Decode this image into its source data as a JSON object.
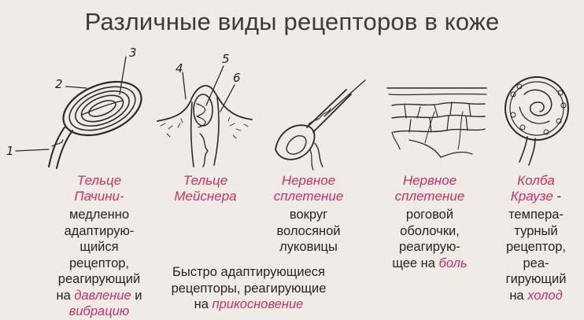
{
  "title": "Различные виды рецепторов в коже",
  "numbers": [
    "1",
    "2",
    "3",
    "4",
    "5",
    "6"
  ],
  "receptors": [
    {
      "name_lines": [
        "Тельце",
        "Пачини-"
      ],
      "desc_lines": [
        "медленно",
        "адаптирую-",
        "щийся",
        "рецептор,",
        "реагирующий"
      ],
      "desc_tail_prefix": "на",
      "desc_tail_highlight": "давление",
      "desc_tail_suffix": "и",
      "desc_last_highlight": "вибрацию"
    },
    {
      "name_lines": [
        "Тельце",
        "Мейснера"
      ]
    },
    {
      "name_lines": [
        "Нервное",
        "сплетение"
      ],
      "desc_lines": [
        "вокруг",
        "волосяной",
        "луковицы"
      ]
    },
    {
      "name_lines": [
        "Нервное",
        "сплетение"
      ],
      "desc_lines": [
        "роговой",
        "оболочки,",
        "реагирую-"
      ],
      "desc_tail_prefix": "щее на",
      "desc_tail_highlight": "боль"
    },
    {
      "name_lines": [
        "Колба",
        "Краузе"
      ],
      "name_suffix": "-",
      "desc_lines": [
        "темпера-",
        "турный",
        "рецептор,",
        "реа-",
        "гирующий"
      ],
      "desc_tail_prefix": "на",
      "desc_tail_highlight": "холод"
    }
  ],
  "shared_note": {
    "line1": "Быстро адаптирующиеся",
    "line2": "рецепторы, реагирующие",
    "line3_prefix": "на",
    "line3_highlight": "прикосновение"
  },
  "colors": {
    "accent": "#c5306a",
    "ink": "#242424",
    "paper": "#efece6"
  }
}
